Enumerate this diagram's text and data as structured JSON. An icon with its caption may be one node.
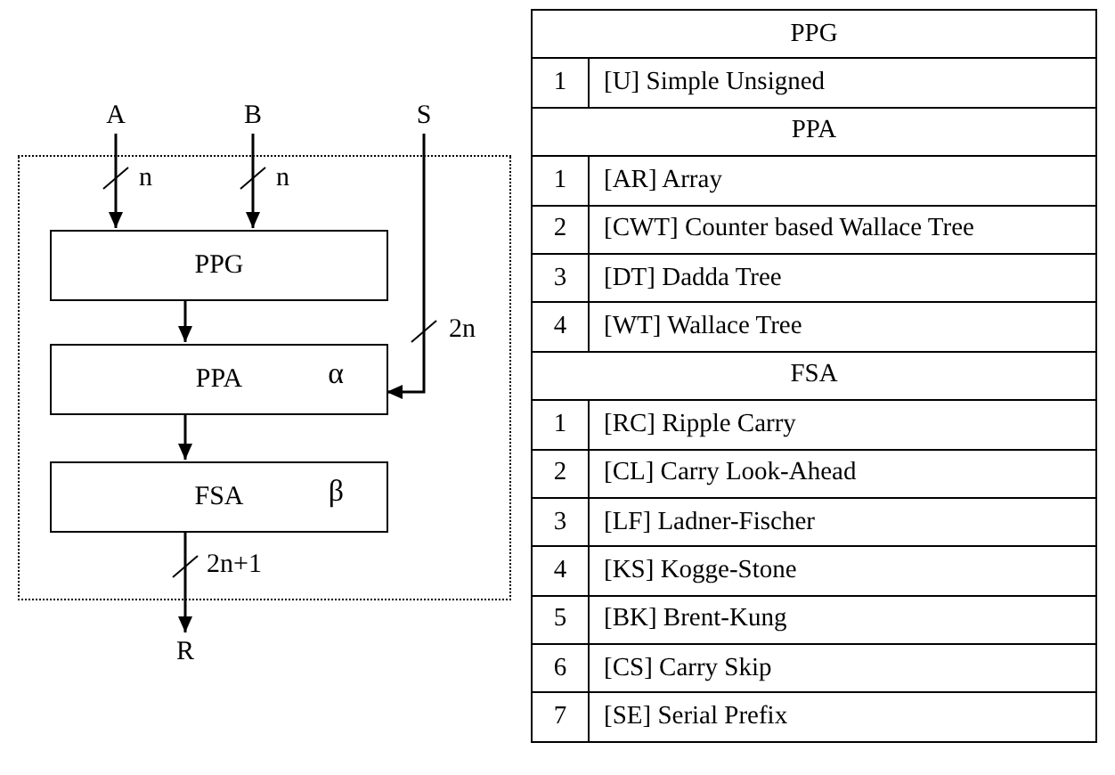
{
  "diagram": {
    "nodes": [
      {
        "text": [],
        "shape": "box"
      },
      {
        "text": [
          "A"
        ]
      },
      {
        "text": [
          "B"
        ]
      },
      {
        "text": [
          "S"
        ]
      },
      {
        "text": [
          "PPG"
        ],
        "in": 0
      },
      {
        "text": [
          "PPA",
          "α"
        ],
        "in": 0
      },
      {
        "text": [
          "FSA",
          "β"
        ],
        "in": 0
      },
      {
        "text": [
          "R"
        ]
      }
    ],
    "edges": [
      {
        "from": 1,
        "to": 4,
        "arrow": "to",
        "label": "n"
      },
      {
        "from": 2,
        "to": 4,
        "arrow": "to",
        "label": "n"
      },
      {
        "from": 4,
        "to": 5,
        "arrow": "to"
      },
      {
        "from": 3,
        "to": 5,
        "arrow": "to",
        "label": "2n"
      },
      {
        "from": 5,
        "to": 6,
        "arrow": "to"
      },
      {
        "from": 6,
        "to": 7,
        "arrow": "to",
        "label": "2n+1"
      }
    ],
    "labels": [
      "PPG",
      "1",
      "[U] Simple Unsigned",
      "PPA",
      "1",
      "[AR] Array",
      "2",
      "[CWT] Counter based Wallace Tree",
      "3",
      "[DT] Dadda Tree",
      "4",
      "[WT] Wallace Tree",
      "FSA",
      "1",
      "[RC] Ripple Carry",
      "2",
      "[CL] Carry Look-Ahead",
      "3",
      "[LF] Ladner-Fischer",
      "4",
      "[KS] Kogge-Stone",
      "5",
      "[BK] Brent-Kung",
      "6",
      "[CS] Carry Skip",
      "7",
      "[SE] Serial Prefix"
    ]
  }
}
